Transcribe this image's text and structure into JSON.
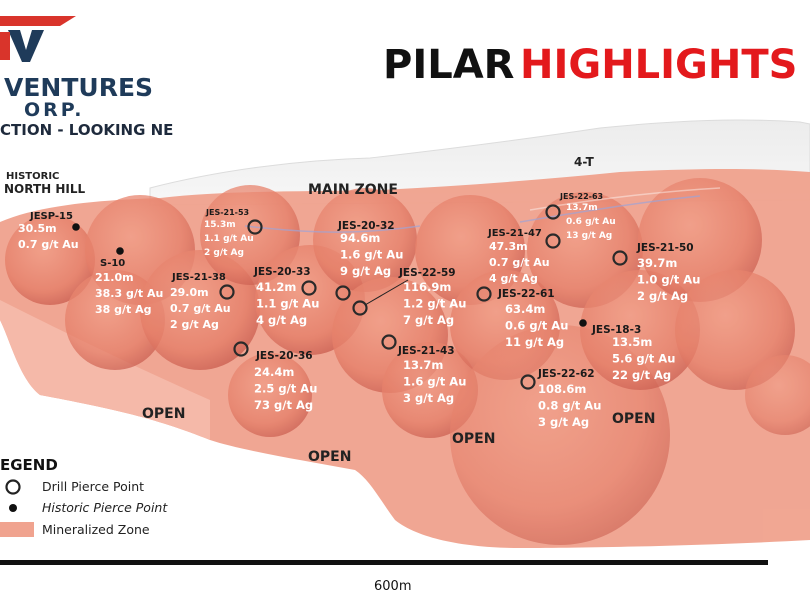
{
  "logo": {
    "brand_line1": "VENTURES",
    "brand_line2": "ORP."
  },
  "section_label": "CTION - LOOKING NE",
  "title": {
    "part1": "PILAR",
    "part2": "HIGHLIGHTS"
  },
  "zone_labels": {
    "historic": "HISTORIC",
    "north_hill": "NORTH HILL",
    "main_zone": "MAIN ZONE",
    "four_t": "4-T"
  },
  "open_labels": [
    "OPEN",
    "OPEN",
    "OPEN",
    "OPEN"
  ],
  "holes": [
    {
      "id": "JESP-15",
      "kind": "historic",
      "lines": [
        "30.5m",
        "0.7 g/t Au"
      ]
    },
    {
      "id": "S-10",
      "kind": "historic",
      "lines": [
        "21.0m",
        "38.3 g/t Au",
        "38 g/t Ag"
      ]
    },
    {
      "id": "JES-21-53",
      "kind": "drill",
      "lines": [
        "15.3m",
        "1.1 g/t Au",
        "2 g/t Ag"
      ]
    },
    {
      "id": "JES-21-38",
      "kind": "drill",
      "lines": [
        "29.0m",
        "0.7 g/t Au",
        "2 g/t Ag"
      ]
    },
    {
      "id": "JES-20-33",
      "kind": "drill",
      "lines": [
        "41.2m",
        "1.1 g/t Au",
        "4 g/t Ag"
      ]
    },
    {
      "id": "JES-20-32",
      "kind": "drill",
      "lines": [
        "94.6m",
        "1.6 g/t Au",
        "9 g/t Ag"
      ]
    },
    {
      "id": "JES-22-59",
      "kind": "drill",
      "lines": [
        "116.9m",
        "1.2 g/t Au",
        "7 g/t Ag"
      ]
    },
    {
      "id": "JES-20-36",
      "kind": "drill",
      "lines": [
        "24.4m",
        "2.5 g/t Au",
        "73 g/t Ag"
      ]
    },
    {
      "id": "JES-21-43",
      "kind": "drill",
      "lines": [
        "13.7m",
        "1.6 g/t Au",
        "3 g/t Ag"
      ]
    },
    {
      "id": "JES-21-47",
      "kind": "drill",
      "lines": [
        "47.3m",
        "0.7 g/t Au",
        "4 g/t Ag"
      ]
    },
    {
      "id": "JES-22-63",
      "kind": "drill",
      "lines": [
        "13.7m",
        "0.6 g/t Au",
        "13 g/t Ag"
      ]
    },
    {
      "id": "JES-22-61",
      "kind": "drill",
      "lines": [
        "63.4m",
        "0.6 g/t Au",
        "11 g/t Ag"
      ]
    },
    {
      "id": "JES-21-50",
      "kind": "drill",
      "lines": [
        "39.7m",
        "1.0 g/t Au",
        "2 g/t Ag"
      ]
    },
    {
      "id": "JES-18-3",
      "kind": "historic",
      "lines": [
        "13.5m",
        "5.6 g/t Au",
        "22 g/t Ag"
      ]
    },
    {
      "id": "JES-22-62",
      "kind": "drill",
      "lines": [
        "108.6m",
        "0.8 g/t Au",
        "3 g/t Ag"
      ]
    }
  ],
  "legend": {
    "title": "EGEND",
    "drill": "Drill Pierce Point",
    "historic": "Historic Pierce Point",
    "zone": "Mineralized Zone"
  },
  "scale_label": "600m",
  "colors": {
    "zone": "#ec8a74",
    "zone_dark": "#cf5f4a",
    "title_red": "#e3191c",
    "navy": "#1f3b5a",
    "logo_red": "#d9342b"
  }
}
